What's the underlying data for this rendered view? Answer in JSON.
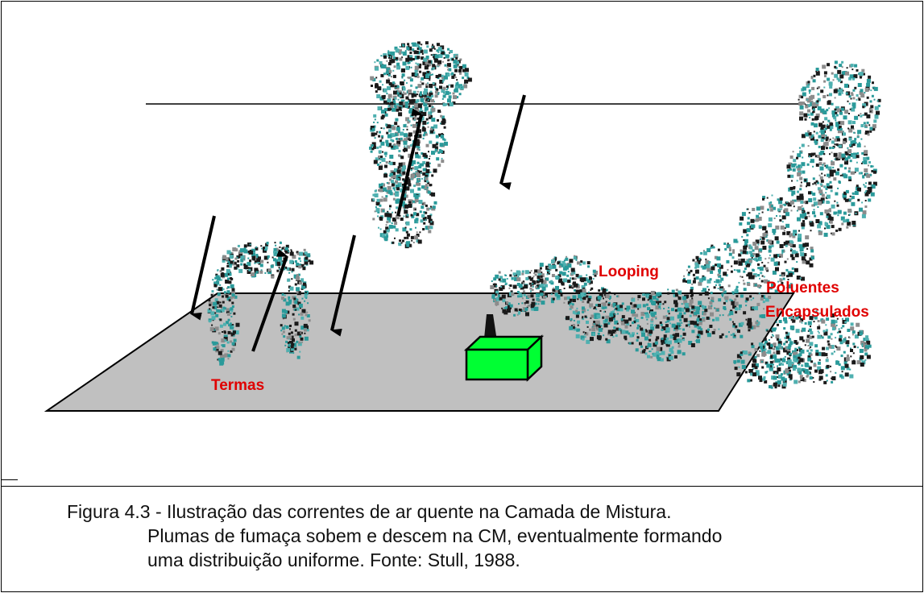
{
  "figure": {
    "labels": {
      "termas": "Termas",
      "looping": "Looping",
      "poluentes_line1": "Poluentes",
      "poluentes_line2": "Encapsulados"
    },
    "colors": {
      "ground": "#c0c0c0",
      "source_box": "#00ff33",
      "smoke_teal": "#2a9a9a",
      "smoke_gray": "#8c8c8c",
      "smoke_dark": "#1a1a1a",
      "label_red": "#e00000"
    }
  },
  "caption": {
    "line1": "Figura 4.3 - Ilustração das correntes de ar quente na Camada de Mistura.",
    "line2": "Plumas de fumaça sobem e descem na CM, eventualmente formando",
    "line3": "uma distribuição uniforme. Fonte: Stull, 1988."
  }
}
